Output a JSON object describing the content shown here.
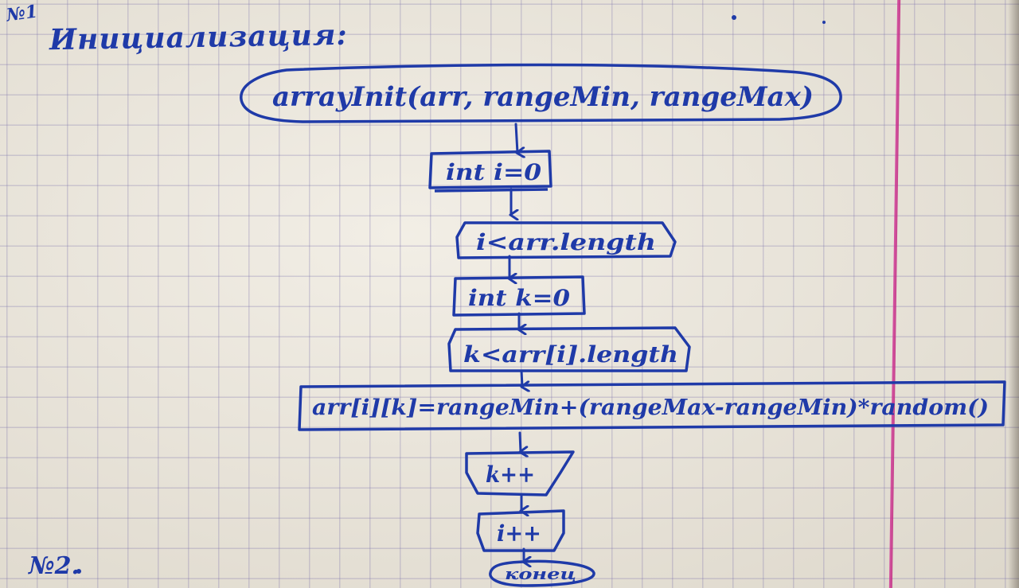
{
  "page": {
    "problem_number": "№1",
    "heading": "Инициализация:",
    "next_problem": "№2."
  },
  "flowchart": {
    "start": "arrayInit(arr, rangeMin, rangeMax)",
    "steps": [
      "int i=0",
      "i<arr.length",
      "int k=0",
      "k<arr[i].length",
      "arr[i][k]=rangeMin+(rangeMax-rangeMin)*random()",
      "k++",
      "i++"
    ],
    "end": "конец"
  },
  "colors": {
    "ink": "#1f3aa8",
    "grid": "#8a80b8",
    "margin": "#c8308f",
    "paper": "#ebe5d8"
  }
}
